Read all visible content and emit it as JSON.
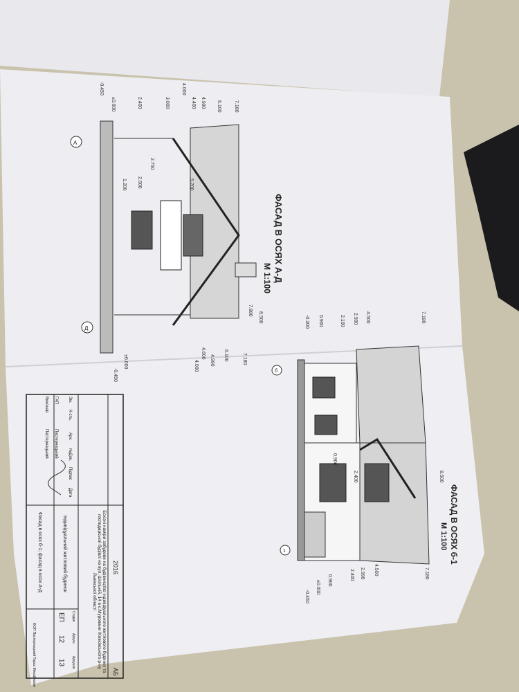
{
  "drawing_left": {
    "title": "ФАСАД В ОСЯХ А-Д",
    "scale": "М 1:100",
    "axes": [
      "А",
      "Д"
    ],
    "levels": [
      "7.180",
      "6.100",
      "4.990",
      "4.400",
      "4.000",
      "3.000",
      "2.400",
      "±0.000",
      "-0.450",
      "8.500",
      "7.880",
      "5.200",
      "2.750",
      "2.000",
      "1.200",
      "7.180",
      "6.100",
      "4.990",
      "4.600",
      "4.000",
      "±0.000",
      "-0.450"
    ]
  },
  "drawing_right": {
    "title": "ФАСАД В ОСЯХ б-1",
    "scale": "М 1:100",
    "axes": [
      "б",
      "1"
    ],
    "levels": [
      "7.180",
      "4.500",
      "2.990",
      "2.100",
      "0.900",
      "-0.300",
      "8.500",
      "2.400",
      "0.900",
      "7.180",
      "4.500",
      "2.990",
      "2.400",
      "0.900",
      "±0.000",
      "-0.450"
    ]
  },
  "title_block": {
    "code": "АБ",
    "year": "2016",
    "project": "Ескізні наміри забудови на будівництво індивідуального житлового будинку та господарської будівлі на вул. Шкільній, 14 в с.Муроване Жовківського р-ну Львівської області",
    "object": "Індивідуальний житловий будинок",
    "sheet_title": "Фасад в осях б-1; фасад в осях А-Д",
    "headers": [
      "Зм.",
      "К-сть.",
      "Арк.",
      "№Док.",
      "Підпис",
      "Дата"
    ],
    "roles": [
      "ГАП",
      "Виконав"
    ],
    "names": [
      "Пастернацький",
      "Пастернацький"
    ],
    "stage_label": "Стадія",
    "sheet_label": "Аркуш",
    "sheets_label": "Аркушів",
    "stage": "ЕП",
    "sheet": "12",
    "sheets": "13",
    "company": "ФОП Пастернацький Тарас Михайлович"
  }
}
